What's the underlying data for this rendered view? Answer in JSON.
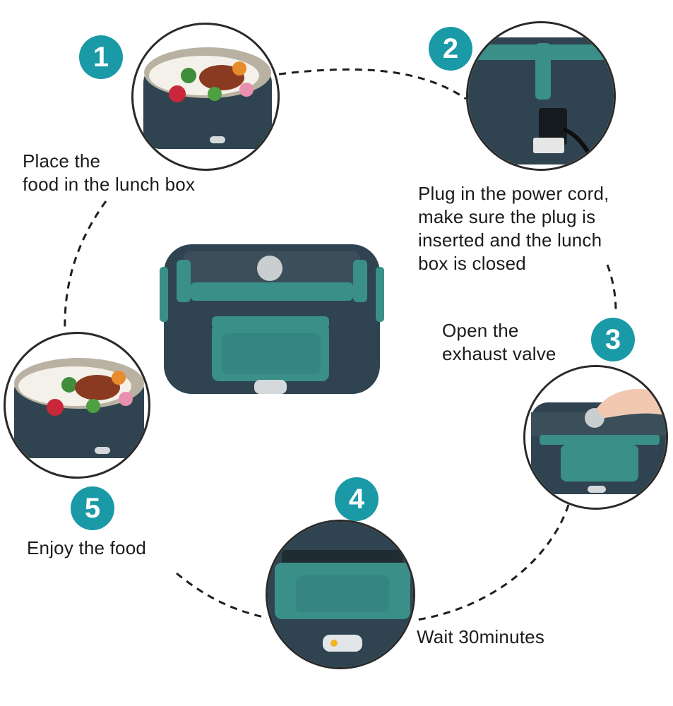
{
  "steps": [
    {
      "number": "1",
      "text": "Place the\nfood in the lunch box"
    },
    {
      "number": "2",
      "text": "Plug in the power cord,\nmake sure the plug is\ninserted and the lunch\nbox is closed"
    },
    {
      "number": "3",
      "text": "Open the\nexhaust valve"
    },
    {
      "number": "4",
      "text": "Wait 30minutes"
    },
    {
      "number": "5",
      "text": "Enjoy the food"
    }
  ],
  "colors": {
    "accent": "#1a9aa6",
    "box_body": "#2f4450",
    "box_lid_green": "#3a8f88",
    "rice": "#f4f1ea",
    "outline": "#2a2a2a"
  }
}
